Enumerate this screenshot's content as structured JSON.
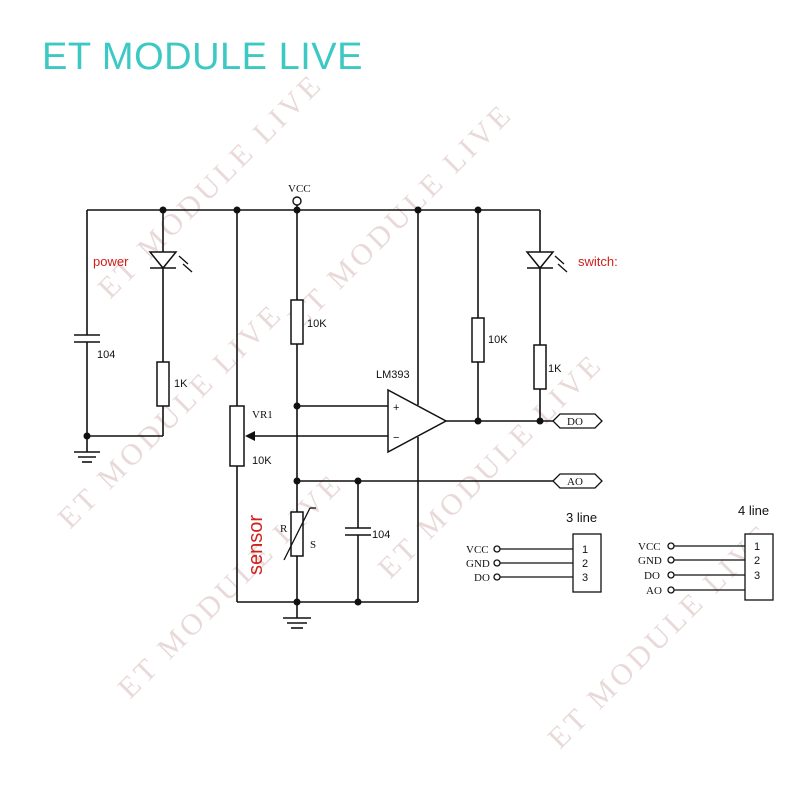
{
  "title": "ET MODULE LIVE",
  "watermark": "ET MODULE LIVE",
  "labels": {
    "vcc": "VCC",
    "power": "power",
    "switch": "switch:",
    "cap1": "104",
    "r_1k_left": "1K",
    "r_10k_mid": "10K",
    "r_10k_right": "10K",
    "r_1k_right": "1K",
    "opamp": "LM393",
    "plus": "+",
    "minus": "−",
    "vr1": "VR1",
    "vr1_value": "10K",
    "do": "DO",
    "ao": "AO",
    "sensor": "sensor",
    "sensor_r": "R",
    "sensor_s": "S",
    "cap2": "104"
  },
  "connector3": {
    "title": "3 line",
    "pins": [
      {
        "name": "VCC",
        "num": "1"
      },
      {
        "name": "GND",
        "num": "2"
      },
      {
        "name": "DO",
        "num": "3"
      }
    ]
  },
  "connector4": {
    "title": "4 line",
    "pins": [
      {
        "name": "VCC",
        "num": "1"
      },
      {
        "name": "GND",
        "num": "2"
      },
      {
        "name": "DO",
        "num": "3"
      },
      {
        "name": "AO",
        "num": ""
      }
    ]
  }
}
